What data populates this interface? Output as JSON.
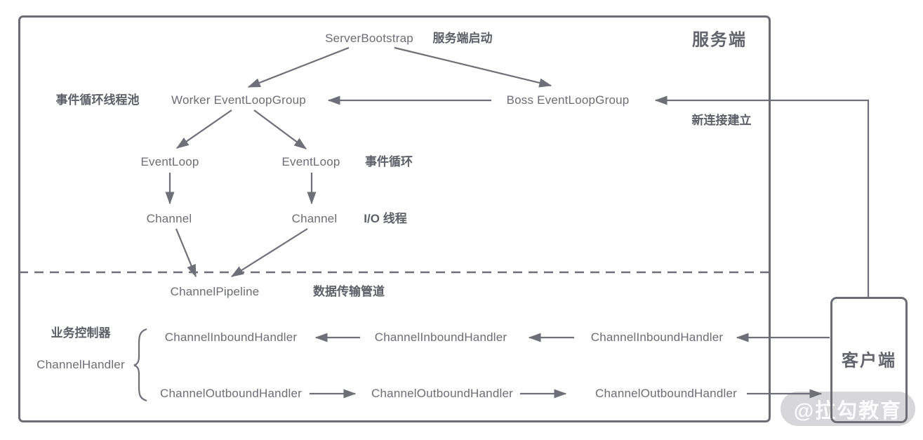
{
  "server": {
    "title": "服务端"
  },
  "client": {
    "title": "客户端"
  },
  "bootstrap": {
    "label": "ServerBootstrap",
    "note": "服务端启动"
  },
  "groups": {
    "pool_note": "事件循环线程池",
    "worker": "Worker EventLoopGroup",
    "boss": "Boss EventLoopGroup",
    "new_connection_note": "新连接建立"
  },
  "event_loop": {
    "left": "EventLoop",
    "right": "EventLoop",
    "note": "事件循环"
  },
  "channel": {
    "left": "Channel",
    "right": "Channel",
    "note": "I/O 线程"
  },
  "pipeline": {
    "label": "ChannelPipeline",
    "note": "数据传输管道"
  },
  "handlers": {
    "controller_note": "业务控制器",
    "group": "ChannelHandler",
    "inbound": [
      "ChannelInboundHandler",
      "ChannelInboundHandler",
      "ChannelInboundHandler"
    ],
    "outbound": [
      "ChannelOutboundHandler",
      "ChannelOutboundHandler",
      "ChannelOutboundHandler"
    ]
  },
  "watermark": "@拉勾教育",
  "colors": {
    "line": "#6e6f78",
    "border": "#6b6c74",
    "text_en": "#6c6d77",
    "text_cjk": "#5d5f69",
    "watermark_bg": "#d7d7db",
    "watermark_text": "#ffffff"
  }
}
